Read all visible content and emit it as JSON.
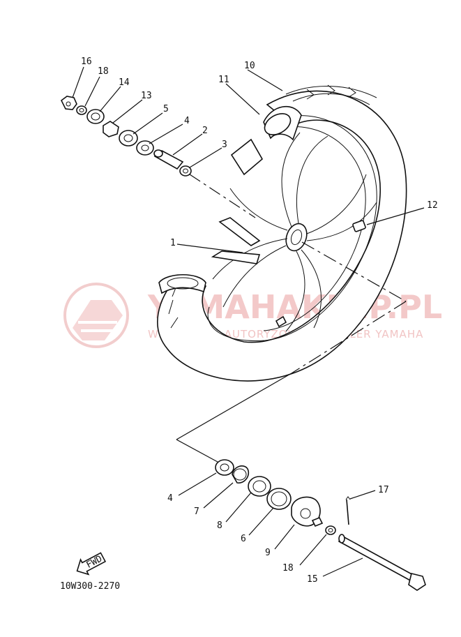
{
  "watermark": {
    "brand_text": "YAMAHAKLEP.PL",
    "sub_text": "WOLFTECH - AUTORYZOWANY DEALER YAMAHA",
    "color": "#f0c4c4"
  },
  "drawing_code": "10W300-2270",
  "direction_badge": "FWD",
  "callouts": {
    "part_1": "1",
    "part_2": "2",
    "part_3": "3",
    "part_4_top": "4",
    "part_5": "5",
    "part_10": "10",
    "part_11": "11",
    "part_12": "12",
    "part_13": "13",
    "part_14": "14",
    "part_16": "16",
    "part_18_top": "18",
    "part_4_bottom": "4",
    "part_7": "7",
    "part_8": "8",
    "part_6": "6",
    "part_9": "9",
    "part_18_bottom": "18",
    "part_15": "15",
    "part_17": "17"
  }
}
